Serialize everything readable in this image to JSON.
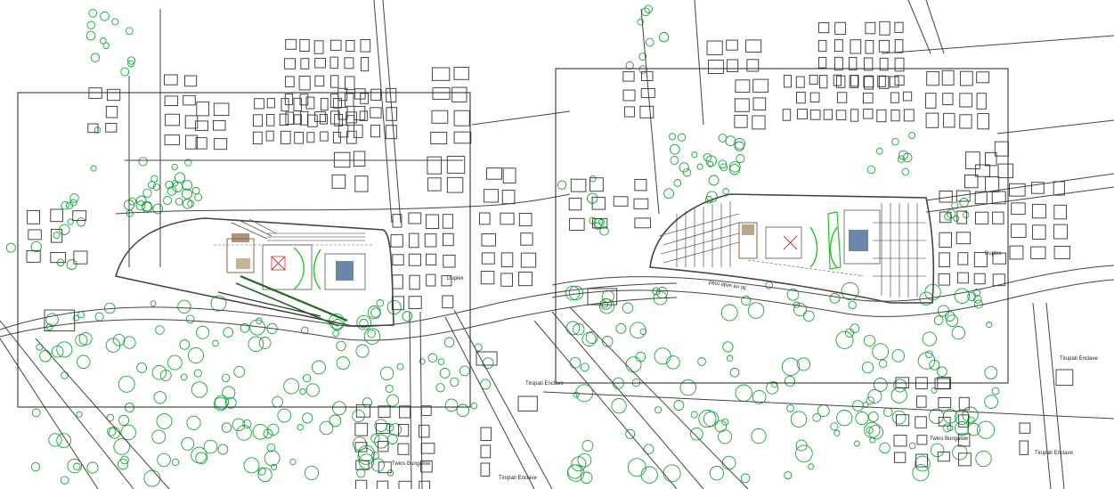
{
  "drawing": {
    "labels": {
      "duplex": "Duplex",
      "tirupati_enclave": "Tirupati Enclave",
      "twins_bungalow": "Twins Bungalow",
      "road_name": "30 mt wide road"
    }
  },
  "colors": {
    "background": "#ffffff",
    "linework": "#333333",
    "tree": "#1aa33a",
    "building_roof": "#6b88a8",
    "site_highlight": "#22c422",
    "accent_red": "#d83030",
    "site_brown": "#8a6a3a"
  }
}
